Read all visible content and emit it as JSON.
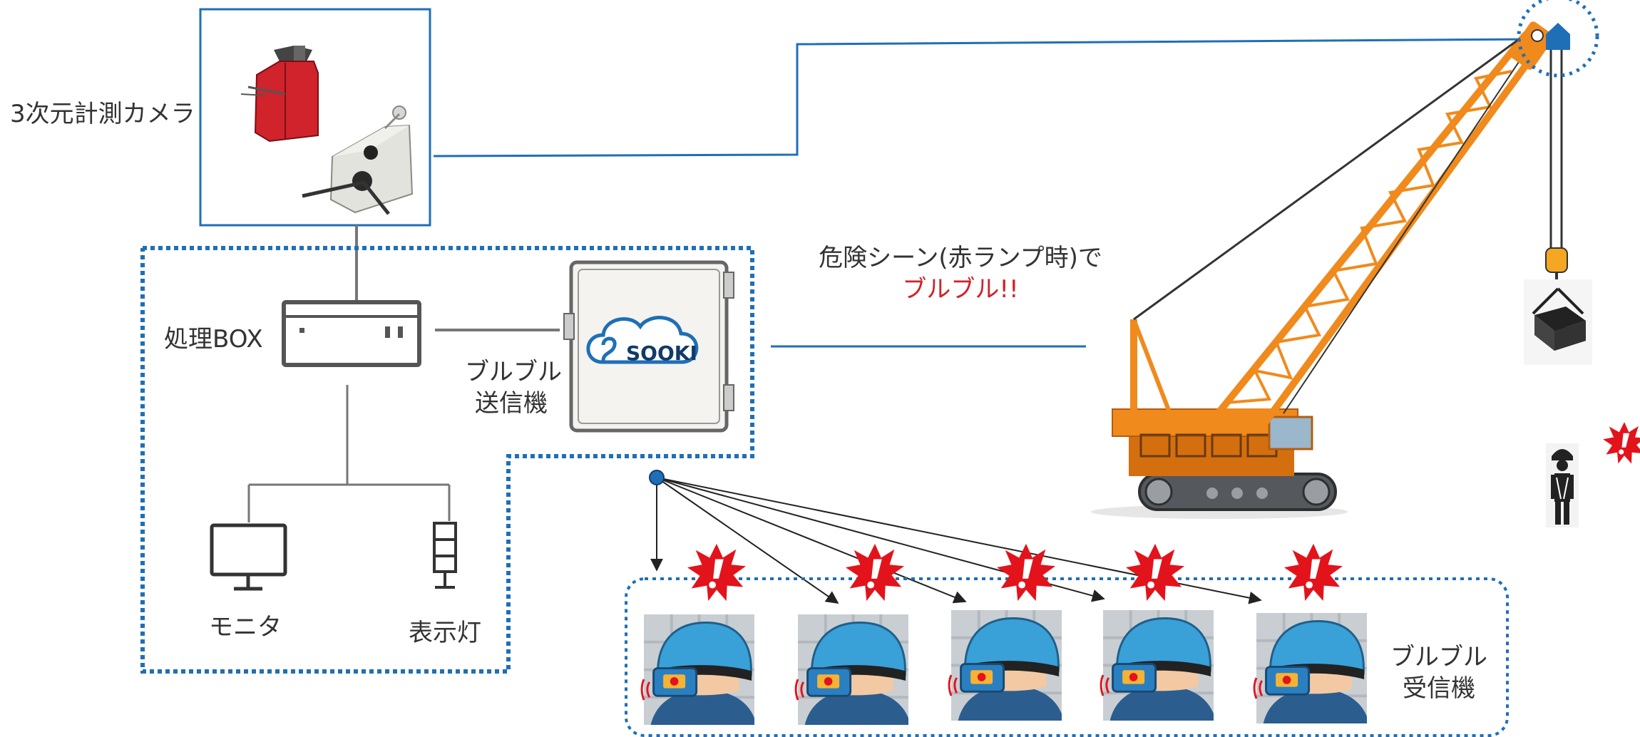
{
  "labels": {
    "camera": "3次元計測カメラ",
    "processing_box": "処理BOX",
    "transmitter_line1": "ブルブル",
    "transmitter_line2": "送信機",
    "monitor": "モニタ",
    "indicator_light": "表示灯",
    "danger_line1": "危険シーン(赤ランプ時)で",
    "danger_line2": "ブルブル!!",
    "receiver_line1": "ブルブル",
    "receiver_line2": "受信機",
    "logo_text": "SOOKI"
  },
  "colors": {
    "link_line": "#1f6fb6",
    "dotted_border": "#1f6fb6",
    "crane_orange": "#f08a1c",
    "camera_red": "#d0232b",
    "alert_red": "#e3131b",
    "helmet_blue": "#3aa0d8",
    "device_gray": "#666666"
  }
}
